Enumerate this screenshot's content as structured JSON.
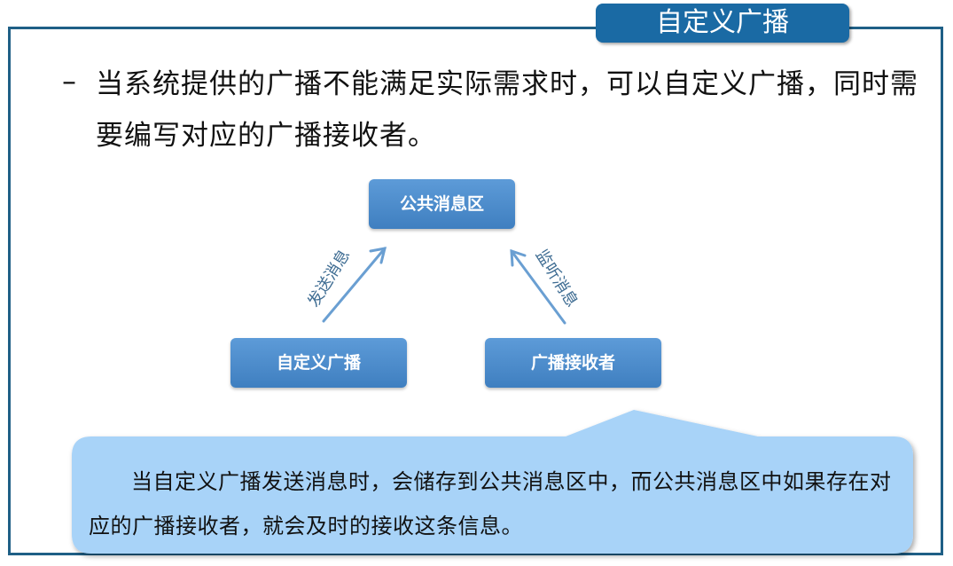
{
  "slide": {
    "title": "自定义广播",
    "bullet_marker": "–",
    "bullet_text": "当系统提供的广播不能满足实际需求时，可以自定义广播，同时需要编写对应的广播接收者。"
  },
  "diagram": {
    "nodes": {
      "public": "公共消息区",
      "custom": "自定义广播",
      "receiver": "广播接收者"
    },
    "edges": {
      "send_label": "发送消息",
      "listen_label": "监听消息"
    }
  },
  "callout": {
    "text": "当自定义广播发送消息时，会储存到公共消息区中，而公共消息区中如果存在对应的广播接收者，就会及时的接收这条信息。"
  },
  "colors": {
    "frame": "#1f5f86",
    "title_tab": "#1a6aa4",
    "node": "#4a8ccc",
    "arrow": "#6a9fd2",
    "callout": "#a8d3f8"
  }
}
